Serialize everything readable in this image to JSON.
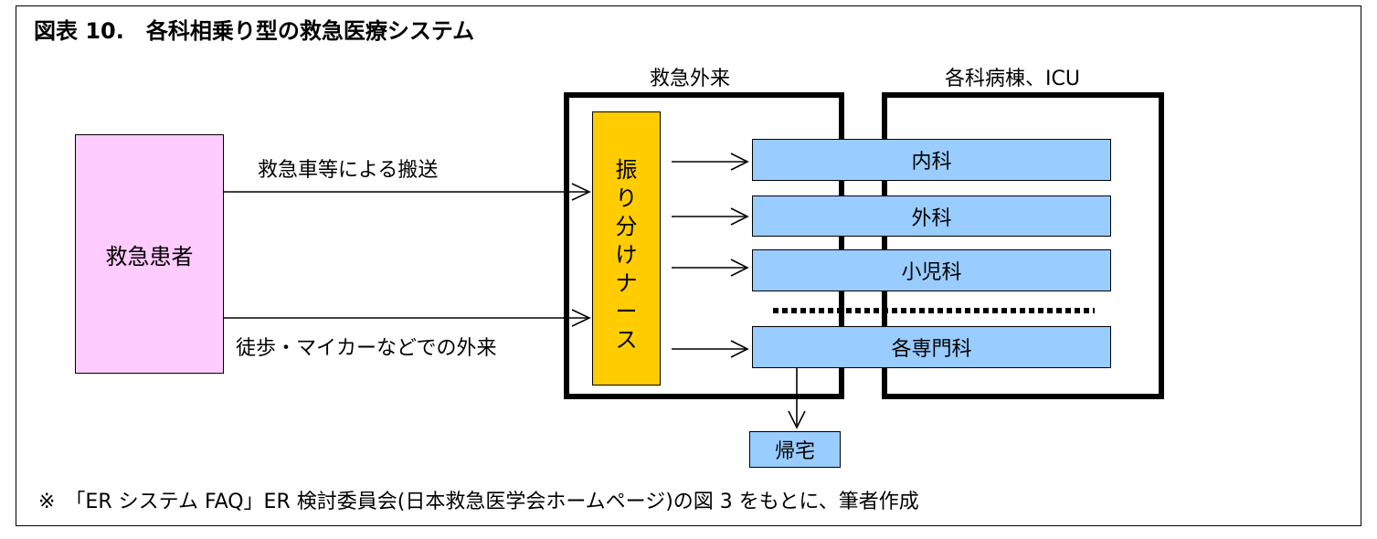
{
  "figure": {
    "title": "図表 10.　各科相乗り型の救急医療システム",
    "note": "※　「ER システム FAQ」ER 検討委員会(日本救急医学会ホームページ)の図 3 をもとに、筆者作成"
  },
  "regions": {
    "er_label": "救急外来",
    "ward_label": "各科病棟、ICU"
  },
  "nodes": {
    "patient": "救急患者",
    "triage_nurse_chars": [
      "振",
      "り",
      "分",
      "け",
      "ナ",
      "ー",
      "ス"
    ],
    "departments": [
      "内科",
      "外科",
      "小児科",
      "各専門科"
    ],
    "home": "帰宅"
  },
  "edges": {
    "ambulance": "救急車等による搬送",
    "walk_in": "徒歩・マイカーなどでの外来"
  }
}
